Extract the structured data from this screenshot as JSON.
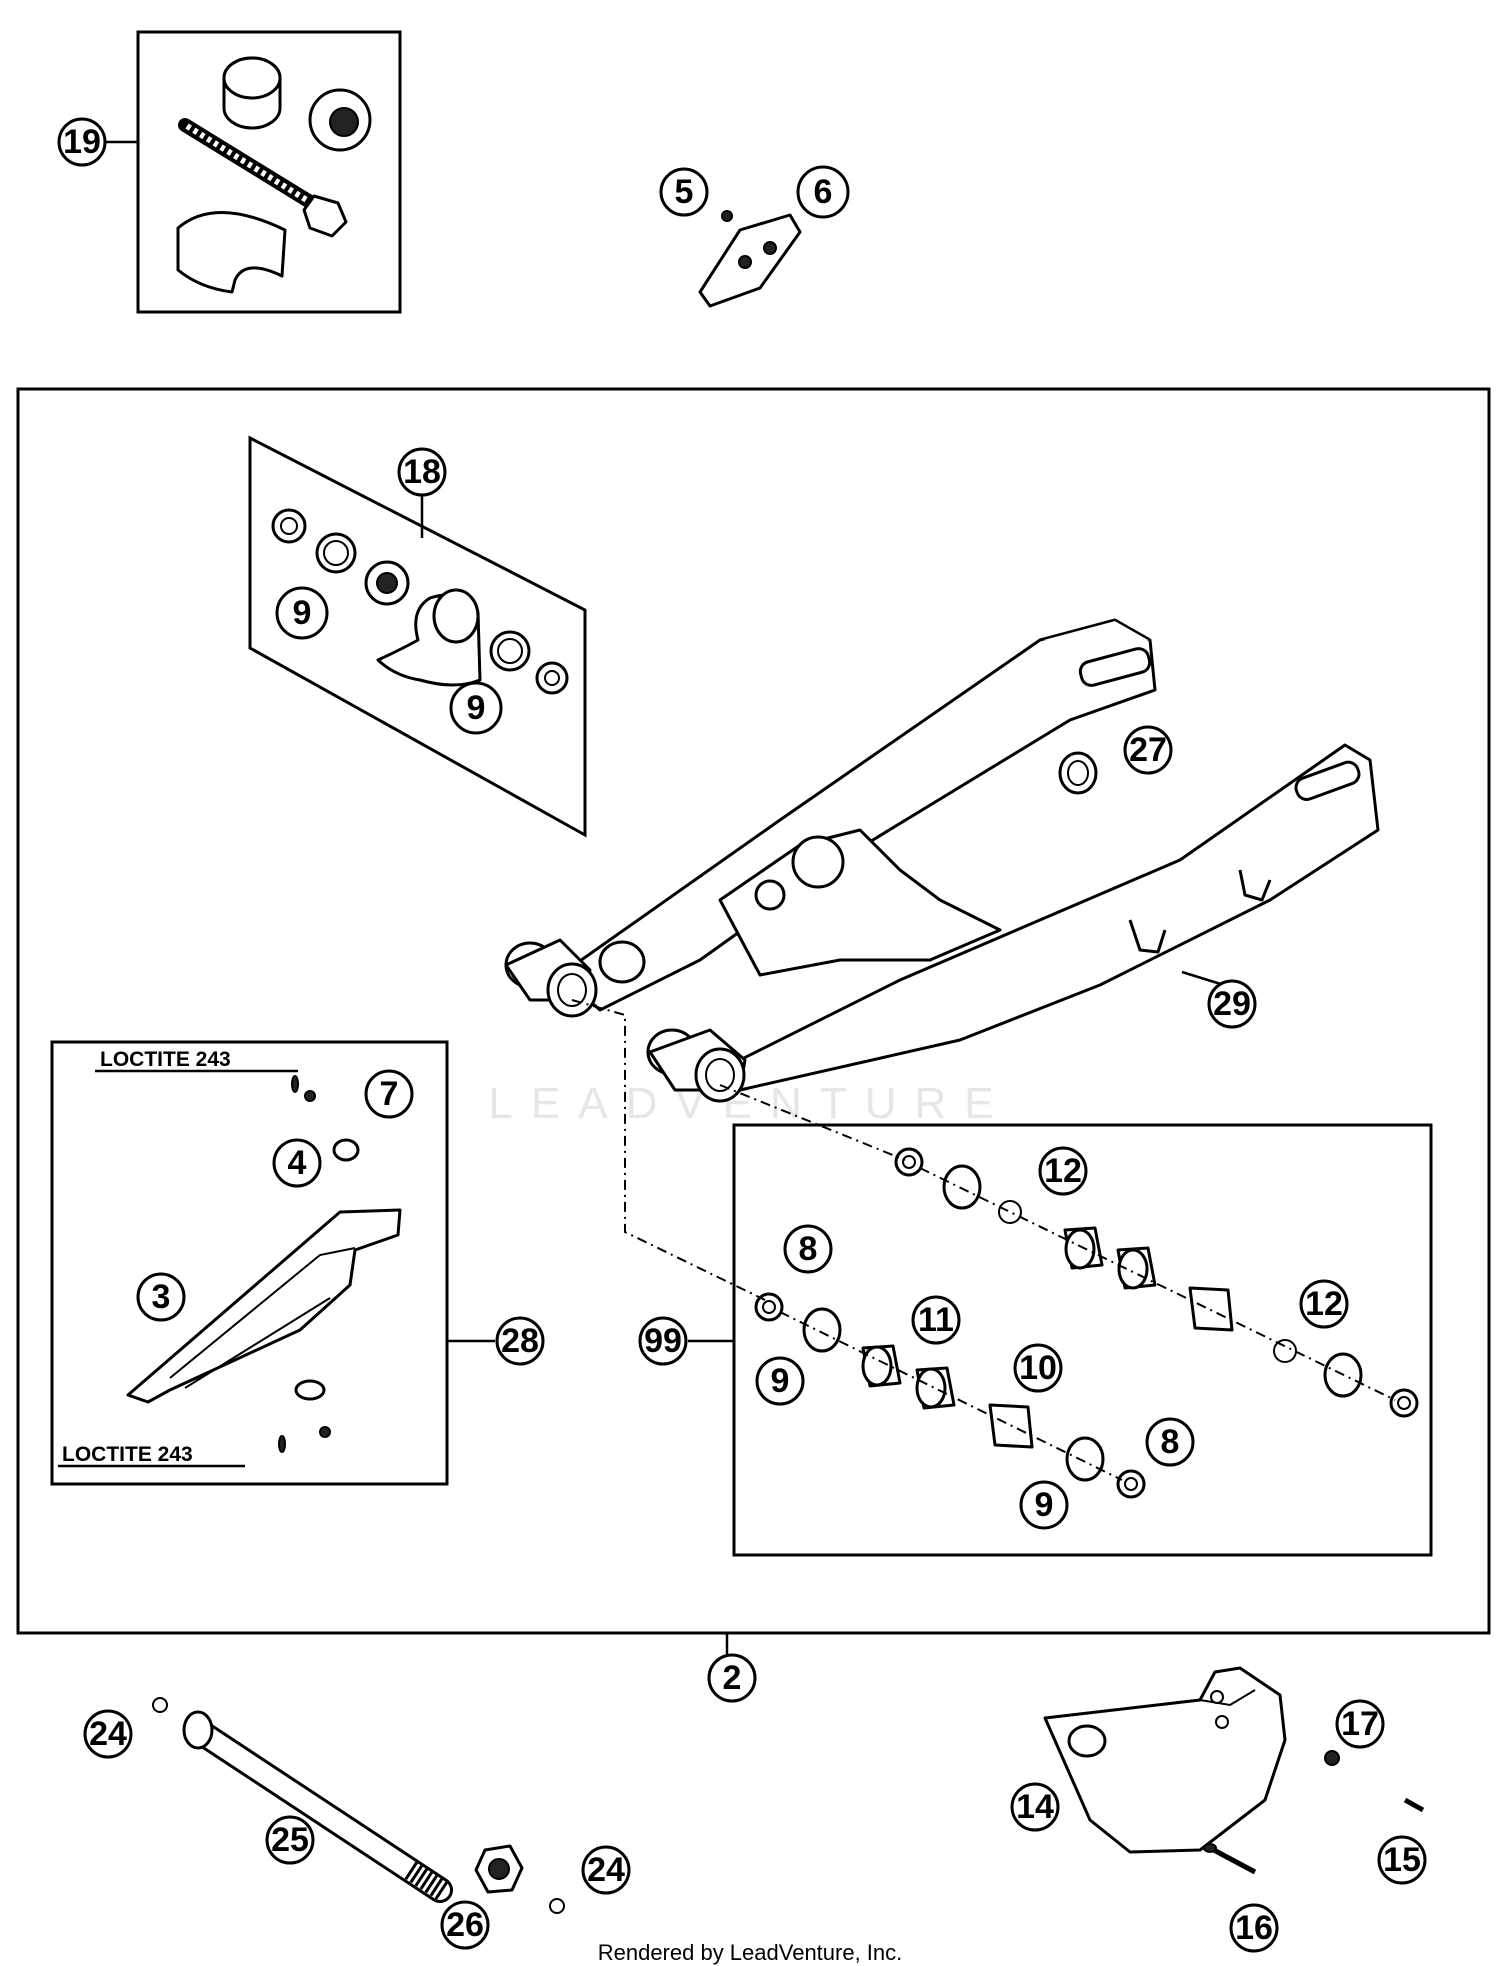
{
  "callouts": {
    "c19": "19",
    "c5": "5",
    "c6": "6",
    "c18": "18",
    "c9a": "9",
    "c9b": "9",
    "c27": "27",
    "c29": "29",
    "c7": "7",
    "c4": "4",
    "c3": "3",
    "c28": "28",
    "c12a": "12",
    "c8a": "8",
    "c99": "99",
    "c11": "11",
    "c9c": "9",
    "c10": "10",
    "c12b": "12",
    "c8b": "8",
    "c9d": "9",
    "c2": "2",
    "c24a": "24",
    "c25": "25",
    "c24b": "24",
    "c26": "26",
    "c17": "17",
    "c14": "14",
    "c15": "15",
    "c16": "16"
  },
  "notes": {
    "loctite_top": "LOCTITE 243",
    "loctite_bottom": "LOCTITE 243"
  },
  "watermark": "LEADVENTURE",
  "footer": "Rendered by LeadVenture, Inc."
}
